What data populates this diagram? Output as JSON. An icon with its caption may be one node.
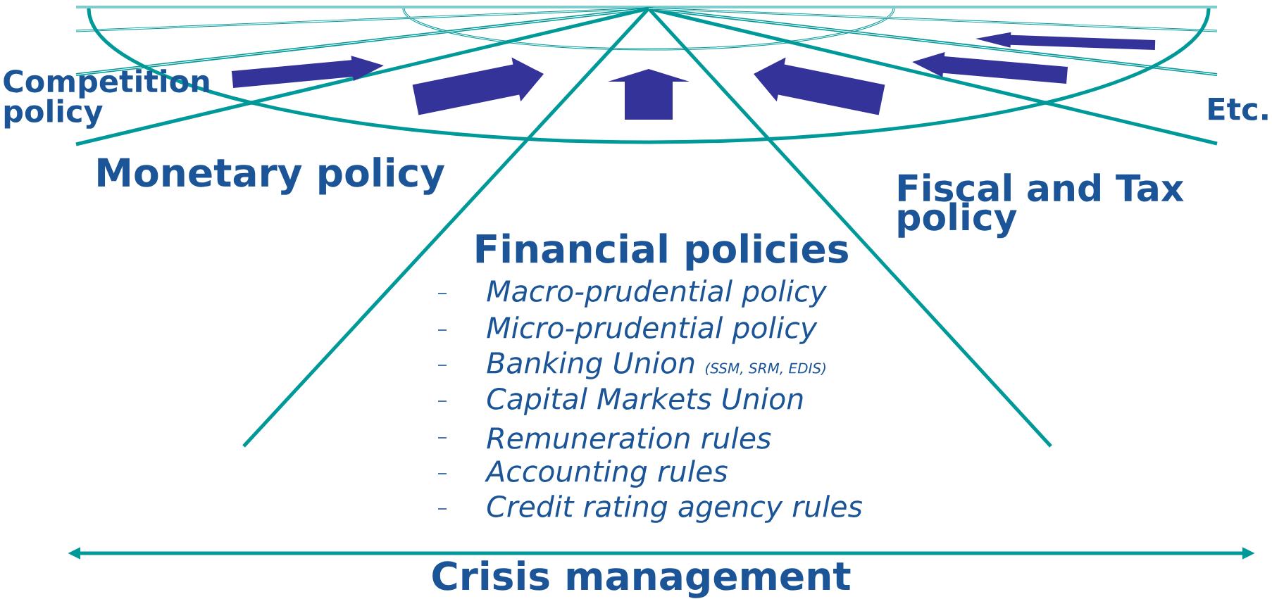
{
  "diagram": {
    "labels": [
      "Competition policy",
      "Etc.",
      "Monetary policy",
      "Fiscal and Tax policy",
      "Financial policies",
      "Macro-prudential policy",
      "Micro-prudential policy",
      "Banking Union",
      "(SSM, SRM, EDIS)",
      "Capital Markets Union",
      "Remuneration rules",
      "Accounting rules",
      "Credit rating agency rules",
      "Crisis management"
    ]
  }
}
